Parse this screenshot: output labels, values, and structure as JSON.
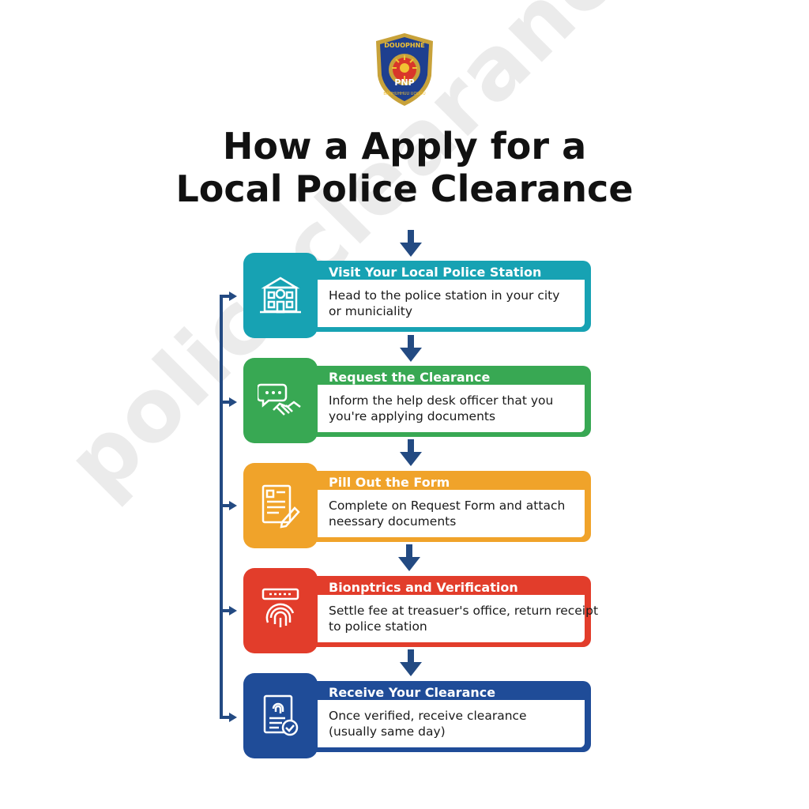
{
  "watermark": "policeclearance.online",
  "logo": {
    "name": "pnp-badge-logo",
    "text": "PNP"
  },
  "title": {
    "line1": "How a Apply for a",
    "line2": "Local Police Clearance"
  },
  "steps": [
    {
      "title": "Visit Your Local Police Station",
      "desc_line1": "Head to the police station in your city",
      "desc_line2": "or municiality",
      "color": "#17a2b3",
      "icon": "police-station-icon"
    },
    {
      "title": "Request the Clearance",
      "desc_line1": "Inform the help desk officer that you",
      "desc_line2": "you're applying documents",
      "color": "#38a853",
      "icon": "chat-handshake-icon"
    },
    {
      "title": "Pill Out the Form",
      "desc_line1": "Complete on Request Form and attach",
      "desc_line2": "neessary documents",
      "color": "#f0a32a",
      "icon": "form-pen-icon"
    },
    {
      "title": "Bionptrics and Verification",
      "desc_line1": "Settle fee at treasuer's office, return receipt",
      "desc_line2": "to police station",
      "color": "#e23d2b",
      "icon": "fingerprint-scan-icon"
    },
    {
      "title": "Receive Your Clearance",
      "desc_line1": "Once verified, receive clearance",
      "desc_line2": "(usually same day)",
      "color": "#1f4c98",
      "icon": "clearance-document-icon"
    }
  ],
  "colors": {
    "arrow": "#234a82",
    "title": "#111111"
  }
}
